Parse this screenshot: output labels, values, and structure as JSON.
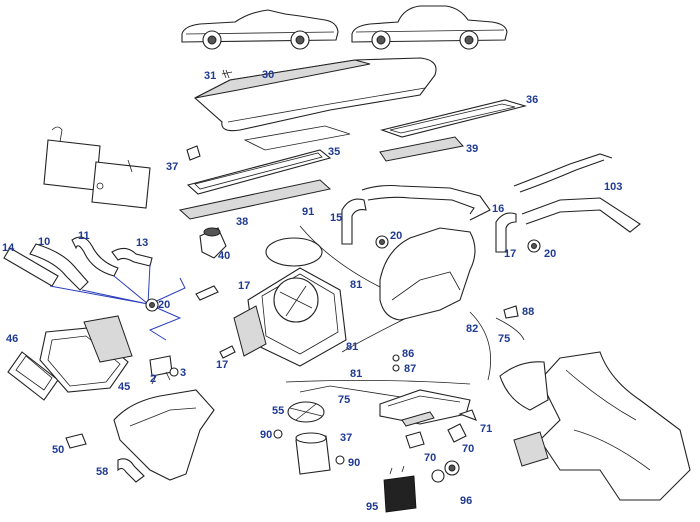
{
  "colors": {
    "callout_text": "#1f3a93",
    "leader_line": "#2b3fbf",
    "line_art": "#222222",
    "background": "#ffffff"
  },
  "callouts": [
    {
      "id": "c31",
      "label": "31"
    },
    {
      "id": "c30",
      "label": "30"
    },
    {
      "id": "c36",
      "label": "36"
    },
    {
      "id": "c37a",
      "label": "37"
    },
    {
      "id": "c35",
      "label": "35"
    },
    {
      "id": "c39",
      "label": "39"
    },
    {
      "id": "c103",
      "label": "103"
    },
    {
      "id": "c91",
      "label": "91"
    },
    {
      "id": "c15",
      "label": "15"
    },
    {
      "id": "c20a",
      "label": "20"
    },
    {
      "id": "c16",
      "label": "16"
    },
    {
      "id": "c38",
      "label": "38"
    },
    {
      "id": "c17a",
      "label": "17"
    },
    {
      "id": "c20b",
      "label": "20"
    },
    {
      "id": "c14",
      "label": "14"
    },
    {
      "id": "c10",
      "label": "10"
    },
    {
      "id": "c11",
      "label": "11"
    },
    {
      "id": "c13",
      "label": "13"
    },
    {
      "id": "c40",
      "label": "40"
    },
    {
      "id": "c81a",
      "label": "81"
    },
    {
      "id": "c17b",
      "label": "17"
    },
    {
      "id": "c20c",
      "label": "20"
    },
    {
      "id": "c88",
      "label": "88"
    },
    {
      "id": "c46",
      "label": "46"
    },
    {
      "id": "c82",
      "label": "82"
    },
    {
      "id": "c75a",
      "label": "75"
    },
    {
      "id": "c81b",
      "label": "81"
    },
    {
      "id": "c86",
      "label": "86"
    },
    {
      "id": "c2",
      "label": "2"
    },
    {
      "id": "c3",
      "label": "3"
    },
    {
      "id": "c17c",
      "label": "17"
    },
    {
      "id": "c87",
      "label": "87"
    },
    {
      "id": "c45",
      "label": "45"
    },
    {
      "id": "c81c",
      "label": "81"
    },
    {
      "id": "c75b",
      "label": "75"
    },
    {
      "id": "c55",
      "label": "55"
    },
    {
      "id": "c90a",
      "label": "90"
    },
    {
      "id": "c37b",
      "label": "37"
    },
    {
      "id": "c71",
      "label": "71"
    },
    {
      "id": "c50",
      "label": "50"
    },
    {
      "id": "c70a",
      "label": "70"
    },
    {
      "id": "c70b",
      "label": "70"
    },
    {
      "id": "c90b",
      "label": "90"
    },
    {
      "id": "c58",
      "label": "58"
    },
    {
      "id": "c95",
      "label": "95"
    },
    {
      "id": "c96",
      "label": "96"
    }
  ]
}
